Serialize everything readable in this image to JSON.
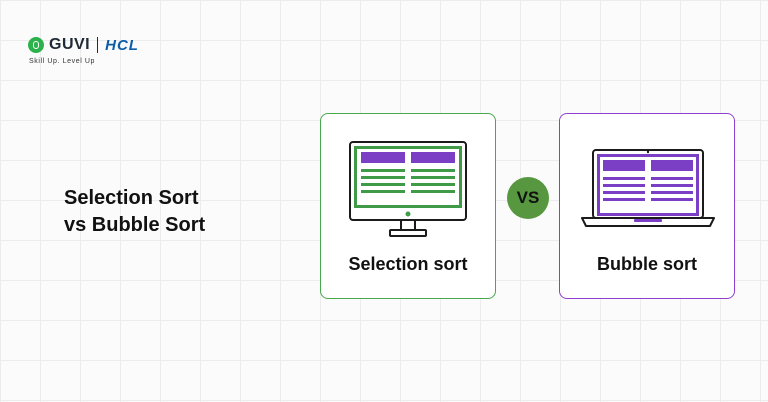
{
  "brand": {
    "name": "GUVI",
    "partner": "HCL",
    "tagline": "Skill Up. Level Up",
    "logo_icon": "guvi-logo-icon"
  },
  "headline": {
    "line1": "Selection Sort",
    "line2": "vs Bubble Sort"
  },
  "cards": {
    "selection": {
      "label": "Selection sort",
      "icon": "desktop-monitor-icon",
      "accent": "#48a84d"
    },
    "bubble": {
      "label": "Bubble sort",
      "icon": "laptop-icon",
      "accent": "#8e3fd0"
    }
  },
  "vs": {
    "label": "VS",
    "color": "#56973f"
  },
  "colors": {
    "purple_block": "#7a3fc4",
    "green_line": "#3f9b47"
  }
}
